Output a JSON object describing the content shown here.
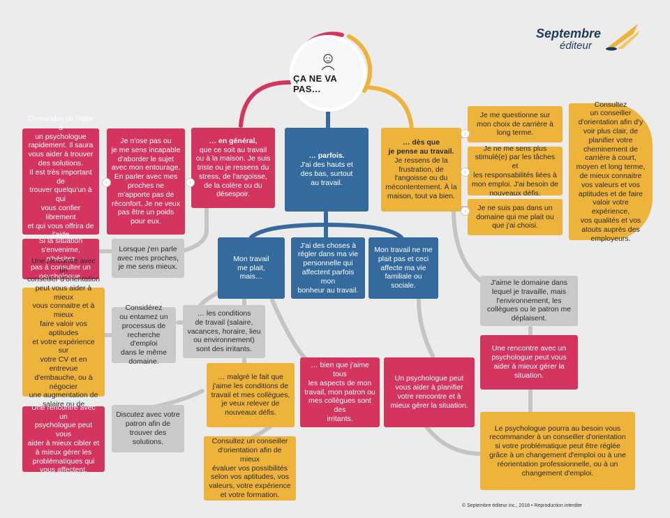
{
  "logo": {
    "brand": "Septembre",
    "sub": "éditeur"
  },
  "center": {
    "title": "ÇA NE VA PAS…"
  },
  "boxes": {
    "b_demandez": "Demandez de l'aide à\nun psychologue\nrapidement. Il saura\nvous aider à trouver\ndes solutions.\nIl est très important de\ntrouver quelqu'un à qui\nvous confier librement\net qui vous offrira de\nl'aide professionnelle.",
    "b_nose": "Je n'ose pas ou\nje me sens incapable\nd'aborder le sujet\navec mon entourage.\nEn parler avec mes\nproches ne\nm'apporte pas de\nréconfort. Je ne veux\npas être un poids\npour eux.",
    "b_general_head": "… en général,",
    "b_general_body": "que ce soit au travail\nou à la maison. Je suis\ntriste ou je ressens du\nstress, de l'angoisse,\nde la colère ou du\ndésespoir.",
    "b_parfois_head": "… parfois.",
    "b_parfois_body": "J'ai des hauts et\ndes bas, surtout\nau travail.",
    "b_desque_head": "… dès que\nje pense au travail.",
    "b_desque_body": "Je ressens de la\nfrustration, de\nl'angoisse ou du\nmécontentement. À la\nmaison, tout va bien.",
    "b_questionne": "Je me questionne sur\nmon choix de carrière à\nlong terme.",
    "b_plusstimule": "Je ne me sens plus\nstimulé(e) par les tâches et\nles responsabilités liées à\nmon emploi. J'ai besoin de\nnouveaux défis.",
    "b_pasdomaine": "Je ne suis pas dans un\ndomaine qui me plait ou\nque j'ai choisi.",
    "b_consultez_long": "Consultez\nun conseiller\nd'orientation afin d'y\nvoir plus clair, de\nplanifier votre\ncheminement de\ncarrière à court,\nmoyen et long terme,\nde mieux connaitre\nvos valeurs et vos\naptitudes et de faire\nvaloir votre expérience,\nvos qualités et vos\natouts auprès des\nemployeurs.",
    "b_situation": "Si la situation\ns'envenime, n'hésitez\npas à consulter un\npsychologue.",
    "b_lorsque": "Lorsque j'en parle\navec mes proches,\nje me sens mieux.",
    "b_plait": "Mon travail\nme plait,\nmais…",
    "b_choses": "J'ai des choses à\nrégler dans ma vie\npersonnelle qui\naffectent parfois mon\nbonheur au travail.",
    "b_neplait": "Mon travail ne me\nplait pas et ceci\naffecte ma vie\nfamiliale ou sociale.",
    "b_aimedomaine": "J'aime le domaine dans\nlequel je travaille, mais\nl'environnement, les\ncollègues ou le patron me\ndéplaisent.",
    "b_rencontre_cv": "Une rencontre avec un\nconseiller d'orientation\npeut vous aider à mieux\nvous connaitre et à mieux\nfaire valoir vos aptitudes\net votre expérience sur\nvotre CV et en entrevue\nd'embauche, ou à négocier\nune augmentation de\nsalaire ou de meilleures\nconditions de travail.",
    "b_considerez": "Considérez\nou entamez un\nprocessus de\nrecherche d'emploi\ndans le même\ndomaine.",
    "b_conditions": "… les conditions\nde travail (salaire,\nvacances, horaire, lieu\nou environnement)\nsont des irritants.",
    "b_rencontre_mieux": "Une rencontre avec un\npsychologue peut vous\naider à mieux gérer la\nsituation.",
    "b_malgre": "… malgré le fait que\nj'aime les conditions de\ntravail et mes collègues,\nje veux relever de\nnouveaux défis.",
    "b_bienque": "… bien que j'aime tous\nles aspects de mon\ntravail, mon patron ou\nmes collègues sont des\nirritants.",
    "b_psy_planifier": "Un psychologue peut\nvous aider à planifier\nvotre rencontre et à\nmieux gérer la situation.",
    "b_rencontre_cibler": "Une rencontre avec un\npsychologue peut vous\naider à mieux cibler et\nà mieux gérer les\nproblématiques qui\nvous affectent.",
    "b_discutez": "Discutez avec votre\npatron afin de\ntrouver des\nsolutions.",
    "b_consultez_eval": "Consultez un conseiller\nd'orientation afin de mieux\névaluer vos possibilités\nselon vos aptitudes, vos\nvaleurs, votre expérience\net votre formation.",
    "b_recommander": "Le psychologue pourra au besoin vous\nrecommander à un conseiller d'orientation\nsi votre problématique peut être réglée\ngrâce à un changement d'emploi ou à une\nréorientation professionnelle, ou à un\nchangement d'emploi."
  },
  "footer": "© Septembre éditeur inc., 2018 • Reproduction interdite",
  "colors": {
    "pink": "#d3355f",
    "yellow": "#eeb33b",
    "gray": "#c9c9c9",
    "blue": "#356a9e",
    "connector": "#c4c4c4"
  }
}
